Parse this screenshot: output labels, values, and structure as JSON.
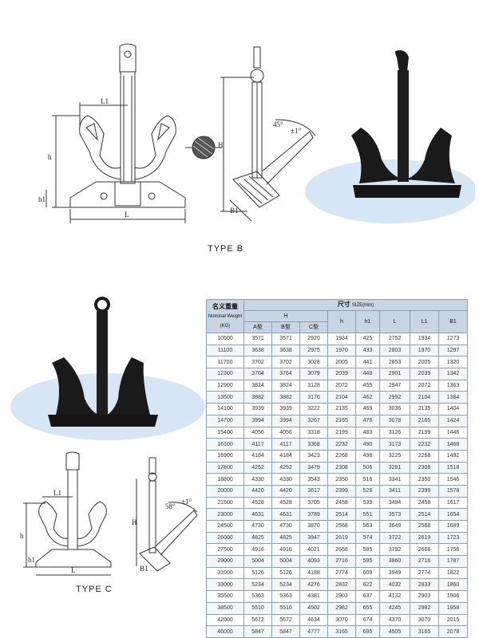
{
  "captions": {
    "type_b": "TYPE  B",
    "type_c": "TYPE  C"
  },
  "drawing_labels": {
    "type_b": {
      "l1": "L1",
      "l": "L",
      "h_small": "h",
      "h1": "h1",
      "h": "H",
      "b1": "B1",
      "angle": "45°",
      "tol": "±1°"
    },
    "type_c": {
      "l1": "L1",
      "l": "L",
      "h_small": "h",
      "h1": "h1",
      "h": "H",
      "b1": "B1",
      "angle": "58°",
      "tol": "±1°"
    }
  },
  "table": {
    "title_cn": "名义重量",
    "title_en": "Nominal Weight (KG)",
    "size_header_cn": "尺寸",
    "size_header_en": "SIZE(mm)",
    "h_group": "H",
    "sub_a": "A型",
    "sub_b": "B型",
    "sub_c": "C型",
    "col_h": "h",
    "col_h1": "h1",
    "col_l": "L",
    "col_l1": "L1",
    "col_b1": "B1",
    "rows": [
      [
        "10500",
        "3571",
        "3571",
        "2920",
        "1934",
        "425",
        "2752",
        "1934",
        "1273"
      ],
      [
        "11100",
        "3638",
        "3638",
        "2975",
        "1970",
        "433",
        "2803",
        "1970",
        "1297"
      ],
      [
        "11700",
        "3702",
        "3702",
        "3028",
        "2005",
        "441",
        "2853",
        "2005",
        "1320"
      ],
      [
        "12300",
        "3764",
        "3764",
        "3079",
        "2039",
        "448",
        "2901",
        "2039",
        "1342"
      ],
      [
        "12900",
        "3824",
        "3824",
        "3128",
        "2072",
        "455",
        "2947",
        "2072",
        "1363"
      ],
      [
        "13500",
        "3882",
        "3882",
        "3176",
        "2104",
        "462",
        "2992",
        "2104",
        "1384"
      ],
      [
        "14100",
        "3939",
        "3939",
        "3222",
        "2135",
        "469",
        "3036",
        "2135",
        "1404"
      ],
      [
        "14700",
        "3994",
        "3994",
        "3267",
        "2165",
        "476",
        "3078",
        "2165",
        "1424"
      ],
      [
        "15400",
        "4056",
        "4056",
        "3318",
        "2199",
        "483",
        "3126",
        "2199",
        "1446"
      ],
      [
        "16100",
        "4117",
        "4117",
        "3368",
        "2232",
        "490",
        "3173",
        "2232",
        "1468"
      ],
      [
        "16900",
        "4184",
        "4184",
        "3423",
        "2268",
        "498",
        "3225",
        "2268",
        "1492"
      ],
      [
        "17800",
        "4252",
        "4252",
        "3479",
        "2308",
        "506",
        "3281",
        "2308",
        "1518"
      ],
      [
        "18800",
        "4330",
        "4330",
        "3543",
        "2350",
        "516",
        "3341",
        "2350",
        "1546"
      ],
      [
        "20000",
        "4420",
        "4420",
        "3617",
        "2399",
        "526",
        "3411",
        "2399",
        "1578"
      ],
      [
        "21500",
        "4528",
        "4528",
        "3705",
        "2458",
        "539",
        "3494",
        "2458",
        "1617"
      ],
      [
        "23000",
        "4631",
        "4631",
        "3789",
        "2514",
        "551",
        "3573",
        "2514",
        "1654"
      ],
      [
        "24500",
        "4730",
        "4730",
        "3870",
        "2568",
        "563",
        "3649",
        "2568",
        "1689"
      ],
      [
        "26000",
        "4825",
        "4825",
        "3947",
        "2619",
        "574",
        "3722",
        "2619",
        "1723"
      ],
      [
        "27500",
        "4916",
        "4916",
        "4021",
        "2668",
        "585",
        "3792",
        "2668",
        "1756"
      ],
      [
        "29000",
        "5004",
        "5004",
        "4093",
        "2716",
        "595",
        "3860",
        "2716",
        "1787"
      ],
      [
        "31000",
        "5126",
        "5126",
        "4188",
        "2774",
        "609",
        "3949",
        "2774",
        "1822"
      ],
      [
        "33000",
        "5234",
        "5234",
        "4276",
        "2832",
        "622",
        "4032",
        "2833",
        "1860"
      ],
      [
        "35500",
        "5363",
        "5363",
        "4381",
        "2903",
        "637",
        "4132",
        "2903",
        "1906"
      ],
      [
        "38500",
        "5510",
        "5510",
        "4502",
        "2982",
        "655",
        "4245",
        "2982",
        "1958"
      ],
      [
        "42000",
        "5672",
        "5672",
        "4634",
        "3070",
        "674",
        "4370",
        "3070",
        "2015"
      ],
      [
        "46000",
        "5847",
        "5847",
        "4777",
        "3165",
        "695",
        "4505",
        "3165",
        "2078"
      ]
    ]
  }
}
